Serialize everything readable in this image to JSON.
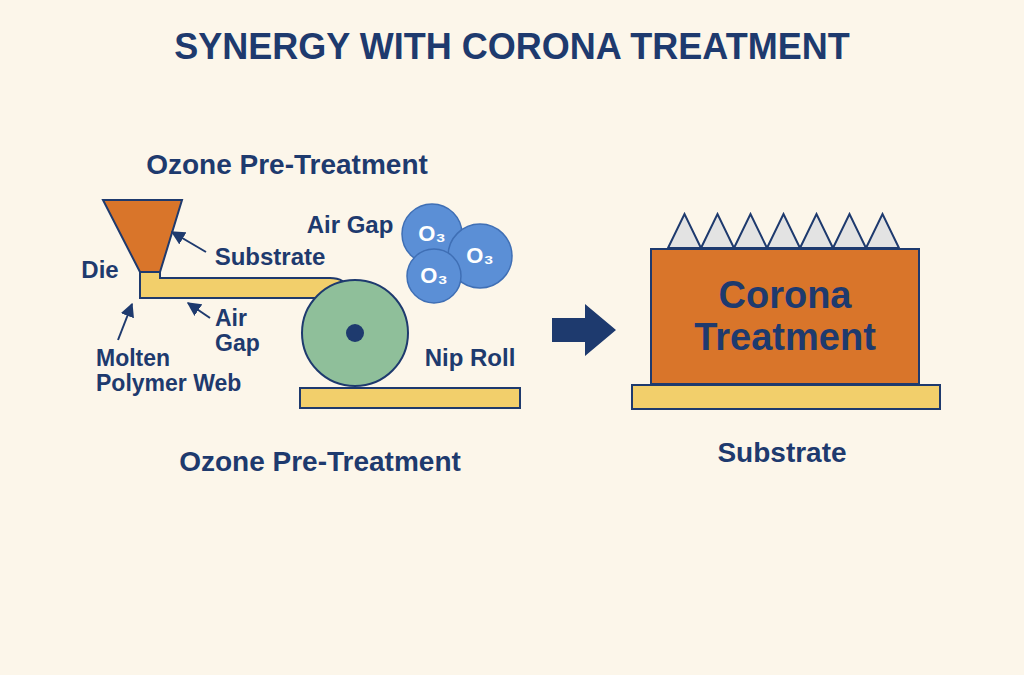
{
  "diagram": {
    "title": "SYNERGY WITH CORONA TREATMENT",
    "nodes": [
      {
        "text": [
          "O₃",
          "O₃",
          "O₃"
        ]
      },
      {
        "text": [
          "Corona Treatment"
        ]
      }
    ],
    "labels": [
      "Ozone Pre-Treatment",
      "Air Gap",
      "Die",
      "Substrate",
      "Air Gap",
      "Molten Polymer Web",
      "Nip Roll",
      "Ozone Pre-Treatment",
      "Substrate"
    ]
  }
}
